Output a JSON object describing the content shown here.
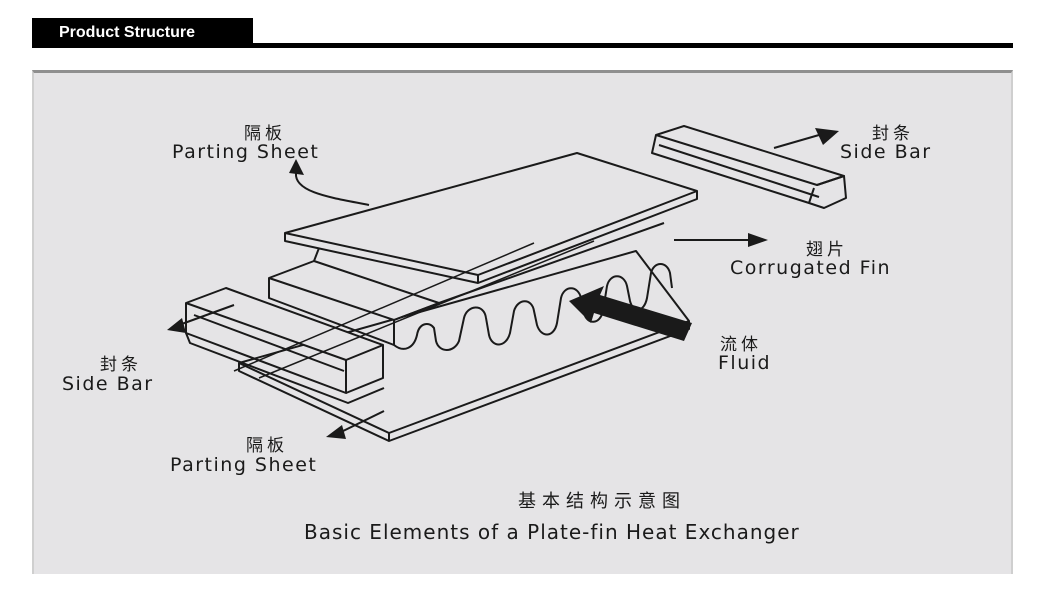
{
  "header": {
    "title": "Product Structure"
  },
  "diagram": {
    "labels": {
      "parting_sheet_top": {
        "cn": "隔板",
        "en": "Parting Sheet"
      },
      "side_bar_right": {
        "cn": "封条",
        "en": "Side Bar"
      },
      "corrugated_fin": {
        "cn": "翅片",
        "en": "Corrugated Fin"
      },
      "fluid": {
        "cn": "流体",
        "en": "Fluid"
      },
      "side_bar_left": {
        "cn": "封条",
        "en": "Side Bar"
      },
      "parting_sheet_bottom": {
        "cn": "隔板",
        "en": "Parting Sheet"
      }
    },
    "caption": {
      "cn": "基本结构示意图",
      "en": "Basic Elements of a Plate-fin Heat Exchanger"
    }
  },
  "colors": {
    "panel_bg": "#e5e4e6",
    "ink": "#1a1a1a",
    "header_bg": "#000000"
  }
}
